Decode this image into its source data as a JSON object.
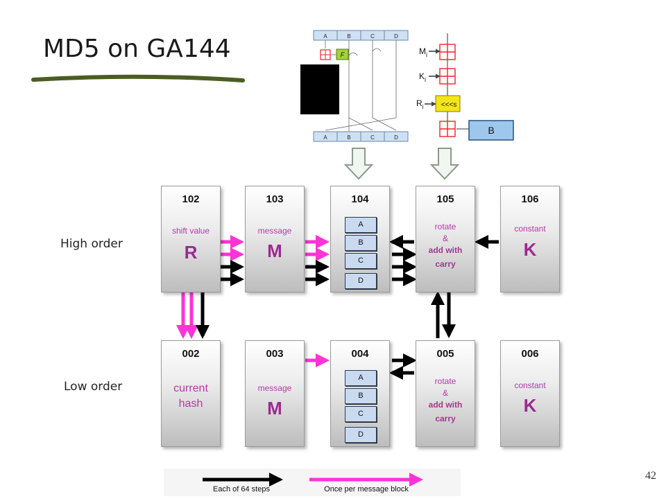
{
  "slide": {
    "title": "MD5 on GA144",
    "page_number": "42"
  },
  "row_labels": {
    "high": "High order",
    "low": "Low order"
  },
  "top_figure": {
    "registers": [
      "A",
      "B",
      "C",
      "D"
    ],
    "function_label": "F",
    "step_inputs": [
      "Mi",
      "Ki",
      "Ri"
    ],
    "rotate_label": "<<<s",
    "output_label": "B"
  },
  "nodes": {
    "n102": {
      "id": "102",
      "caption": "shift value",
      "letter": "R"
    },
    "n103": {
      "id": "103",
      "caption": "message",
      "letter": "M"
    },
    "n104": {
      "id": "104",
      "registers": [
        "A",
        "B",
        "C",
        "D"
      ]
    },
    "n105": {
      "id": "105",
      "line1": "rotate",
      "line2": "&",
      "line3": "add with",
      "line4": "carry"
    },
    "n106": {
      "id": "106",
      "caption": "constant",
      "letter": "K"
    },
    "n002": {
      "id": "002",
      "line1": "current",
      "line2": "hash"
    },
    "n003": {
      "id": "003",
      "caption": "message",
      "letter": "M"
    },
    "n004": {
      "id": "004",
      "registers": [
        "A",
        "B",
        "C",
        "D"
      ]
    },
    "n005": {
      "id": "005",
      "line1": "rotate",
      "line2": "&",
      "line3": "add with",
      "line4": "carry"
    },
    "n006": {
      "id": "006",
      "caption": "constant",
      "letter": "K"
    }
  },
  "legend": {
    "black_label": "Each of 64 steps",
    "magenta_label": "Once per message block"
  },
  "colors": {
    "black_arrow": "#000000",
    "magenta_arrow": "#ff33d6",
    "node_text": "#b23aa8",
    "register_fill": "#c9daf0",
    "underline": "#4a5d23"
  }
}
